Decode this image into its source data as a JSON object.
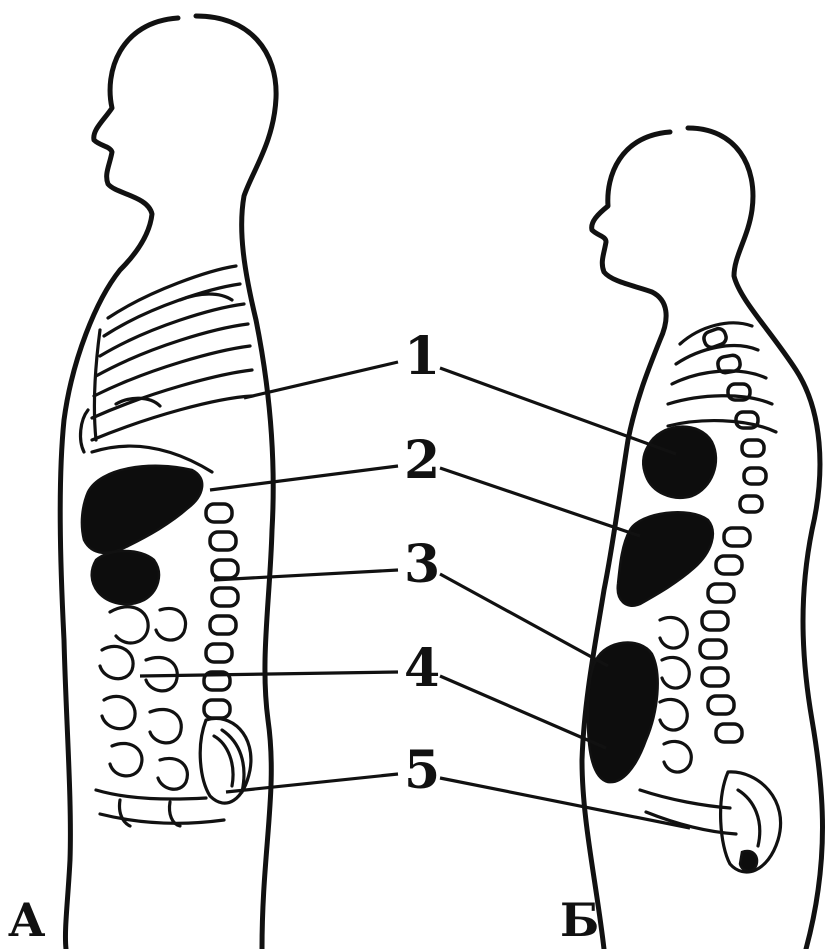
{
  "figure": {
    "panel_labels": [
      "А",
      "Б"
    ],
    "callouts": [
      "1",
      "2",
      "3",
      "4",
      "5"
    ]
  }
}
